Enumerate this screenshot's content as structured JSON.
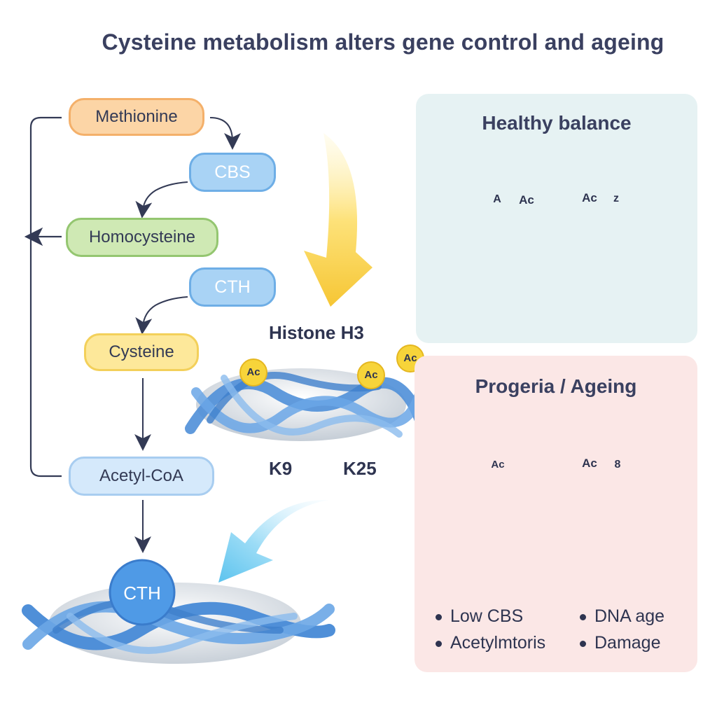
{
  "title": "Cysteine metabolism alters gene control and ageing",
  "pathway": {
    "methionine": "Methionine",
    "cbs": "CBS",
    "homocysteine": "Homocysteine",
    "cth": "CTH",
    "cysteine": "Cysteine",
    "acetyl_coa": "Acetyl-CoA",
    "cth_dna": "CTH"
  },
  "histone": {
    "label": "Histone H3",
    "ac": "Ac",
    "k9": "K9",
    "k25": "K25"
  },
  "healthy": {
    "title": "Healthy balance",
    "mark_left": "A",
    "mark_ac": "Ac",
    "mark_right_ac": "Ac",
    "mark_right": "z"
  },
  "ageing": {
    "title": "Progeria / Ageing",
    "mark_left": "Ac",
    "mark_right_ac": "Ac",
    "mark_right": "8",
    "bullets": [
      "Low CBS",
      "DNA age",
      "Acetylmtoris",
      "Damage"
    ]
  },
  "colors": {
    "blue_ribbon": "#4f8fd8",
    "yellow_mark": "#f7d43a",
    "orange_node": "#fcd5a6",
    "green_node": "#cfe9b4",
    "healthy_bg": "#e6f2f3",
    "ageing_bg": "#fbe7e6"
  }
}
